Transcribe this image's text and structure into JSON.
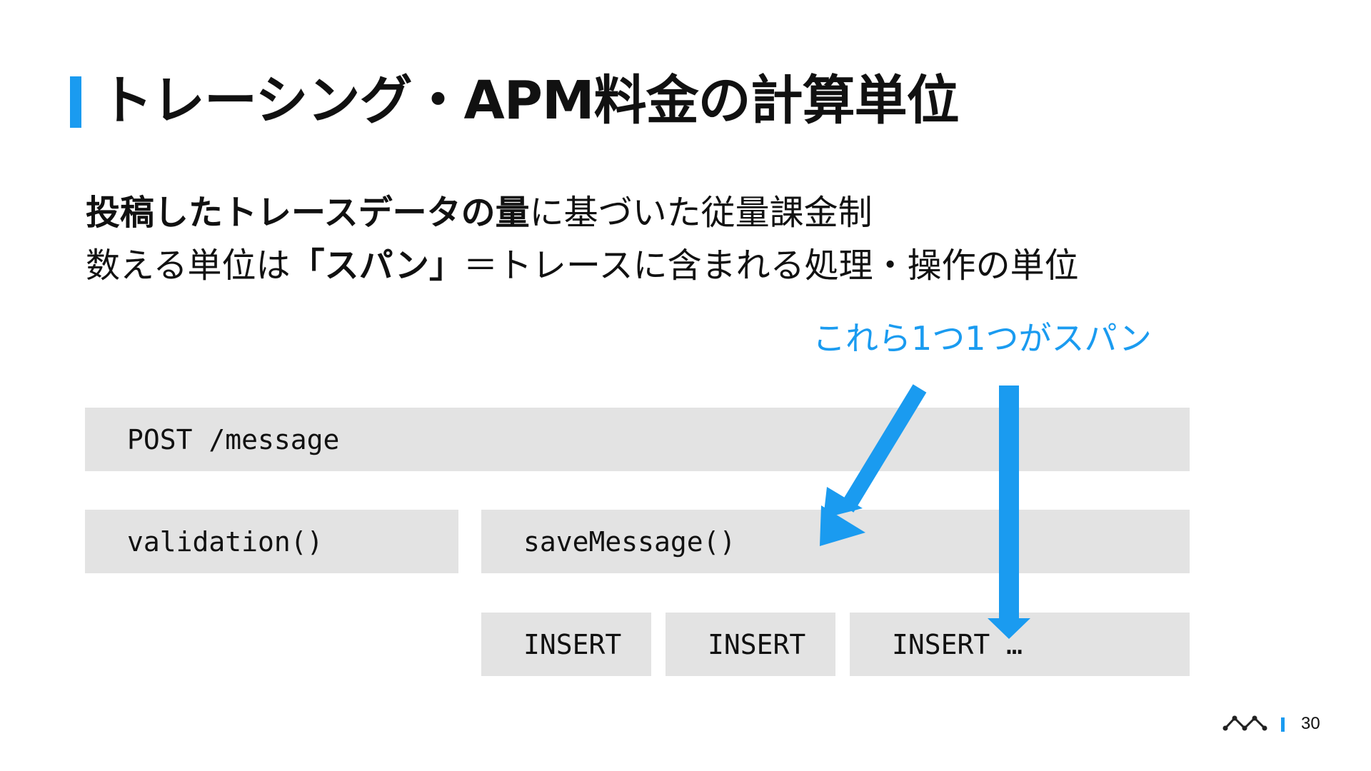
{
  "slide": {
    "title": "トレーシング・APM料金の計算単位",
    "line1_bold": "投稿したトレースデータの量",
    "line1_rest": "に基づいた従量課金制",
    "line2_a": "数える単位は",
    "line2_bold": "「スパン」",
    "line2_rest": "＝トレースに含まれる処理・操作の単位",
    "callout": "これら1つ1つがスパン",
    "page_number": "30"
  },
  "spans": {
    "post": "POST /message",
    "validation": "validation()",
    "save": "saveMessage()",
    "insert1": "INSERT",
    "insert2": "INSERT",
    "insert3": "INSERT …"
  },
  "icons": {
    "logo": "mackerel-logo-icon",
    "arrows": "arrow-icon"
  },
  "colors": {
    "accent": "#1a9bf0",
    "span_bg": "#e3e3e3",
    "text": "#111111"
  }
}
